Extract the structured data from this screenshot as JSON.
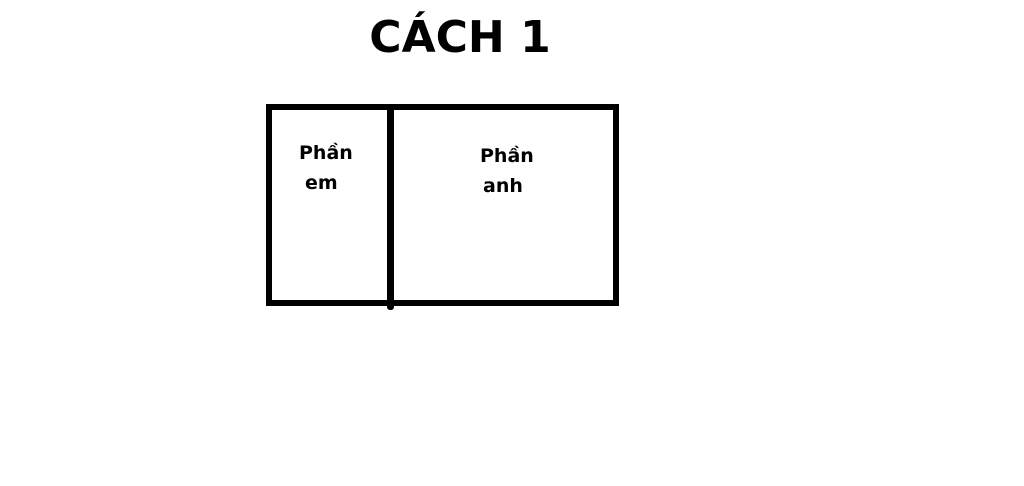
{
  "title": "CÁCH 1",
  "diagram": {
    "left_section": {
      "line1": "Phần",
      "line2": "em"
    },
    "right_section": {
      "line1": "Phần",
      "line2": "anh"
    },
    "stroke_color": "#000000",
    "background_color": "#ffffff"
  }
}
